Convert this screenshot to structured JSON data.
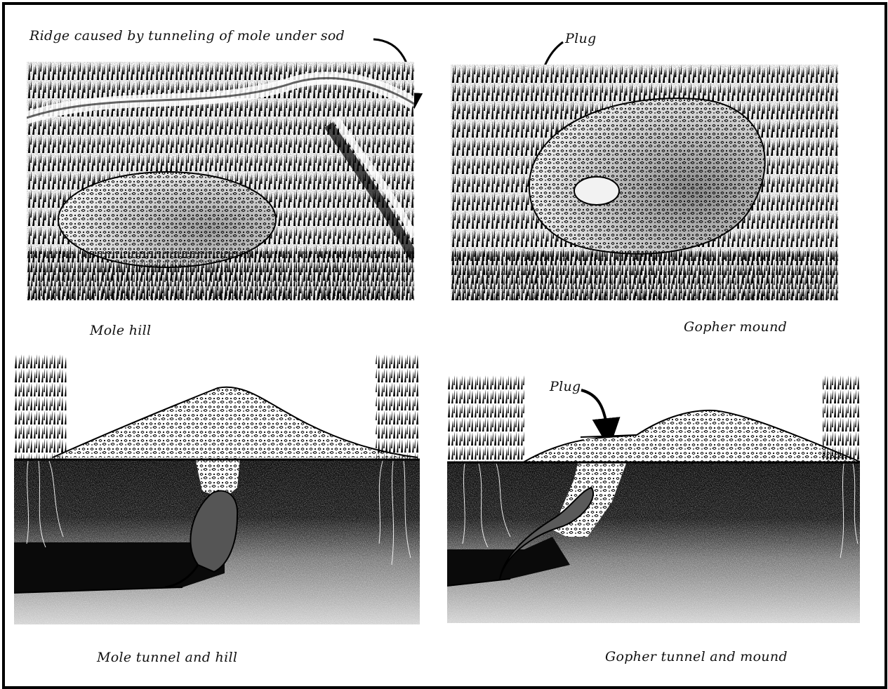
{
  "figure": {
    "ridge_label": "Ridge caused by tunneling of mole under sod",
    "plug_label_top": "Plug",
    "plug_label_bottom": "Plug",
    "mole_hill_caption": "Mole hill",
    "gopher_mound_caption": "Gopher mound",
    "mole_tunnel_caption": "Mole tunnel and hill",
    "gopher_tunnel_caption": "Gopher tunnel and mound"
  },
  "colors": {
    "ink": "#000000",
    "paper": "#ffffff",
    "soil_dark": "#111111",
    "soil_mid": "#6e6e6e",
    "soil_light": "#bdbdbd"
  }
}
